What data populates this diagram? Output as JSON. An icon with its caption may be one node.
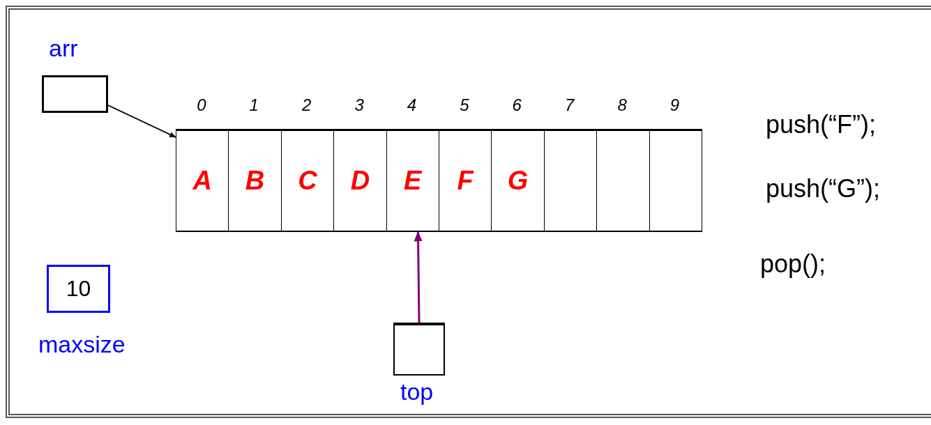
{
  "diagram": {
    "nodes": [
      {
        "text": [],
        "shape": "box",
        "beside": [
          "arr"
        ]
      },
      {
        "text": [
          "A"
        ],
        "beside": [
          "0"
        ]
      },
      {
        "text": [
          "B"
        ],
        "beside": [
          "1"
        ]
      },
      {
        "text": [
          "C"
        ],
        "beside": [
          "2"
        ]
      },
      {
        "text": [
          "D"
        ],
        "beside": [
          "3"
        ]
      },
      {
        "text": [
          "E"
        ],
        "beside": [
          "4"
        ]
      },
      {
        "text": [
          "F"
        ],
        "beside": [
          "5"
        ]
      },
      {
        "text": [
          "G"
        ],
        "beside": [
          "6"
        ]
      },
      {
        "text": [],
        "shape": "box",
        "beside": [
          "7"
        ]
      },
      {
        "text": [],
        "shape": "box",
        "beside": [
          "8"
        ]
      },
      {
        "text": [],
        "shape": "box",
        "beside": [
          "9"
        ]
      },
      {
        "text": [
          "10"
        ],
        "beside": [
          "maxsize"
        ]
      },
      {
        "text": [],
        "shape": "box",
        "beside": [
          "top"
        ]
      }
    ],
    "edges": [
      {
        "from": 0,
        "to": 1,
        "arrow": "to"
      },
      {
        "from": 12,
        "to": 5,
        "arrow": "to",
        "color": "#800080"
      }
    ],
    "labels": [
      "push(“F”);",
      "push(“G”);",
      "pop();"
    ]
  }
}
